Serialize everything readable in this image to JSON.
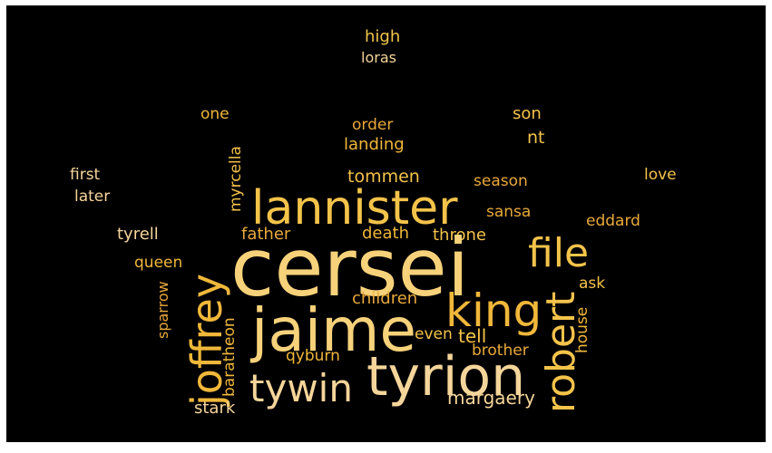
{
  "wordcloud": {
    "background": "#000000",
    "palette": [
      "#f4c34a",
      "#f0b73a",
      "#f7d27a",
      "#e9a93b",
      "#f5d59a"
    ],
    "words": [
      {
        "id": "cersei",
        "text": "cersei"
      },
      {
        "id": "tyrion",
        "text": "tyrion"
      },
      {
        "id": "jaime",
        "text": "jaime"
      },
      {
        "id": "lannister",
        "text": "lannister"
      },
      {
        "id": "joffrey",
        "text": "joffrey"
      },
      {
        "id": "king",
        "text": "king"
      },
      {
        "id": "file",
        "text": "file"
      },
      {
        "id": "robert",
        "text": "robert"
      },
      {
        "id": "tywin",
        "text": "tywin"
      },
      {
        "id": "margaery",
        "text": "margaery"
      },
      {
        "id": "high",
        "text": "high"
      },
      {
        "id": "loras",
        "text": "loras"
      },
      {
        "id": "one",
        "text": "one"
      },
      {
        "id": "order",
        "text": "order"
      },
      {
        "id": "son",
        "text": "son"
      },
      {
        "id": "nt",
        "text": "nt"
      },
      {
        "id": "landing",
        "text": "landing"
      },
      {
        "id": "myrcella",
        "text": "myrcella"
      },
      {
        "id": "first",
        "text": "first"
      },
      {
        "id": "later",
        "text": "later"
      },
      {
        "id": "tommen",
        "text": "tommen"
      },
      {
        "id": "season",
        "text": "season"
      },
      {
        "id": "love",
        "text": "love"
      },
      {
        "id": "sansa",
        "text": "sansa"
      },
      {
        "id": "eddard",
        "text": "eddard"
      },
      {
        "id": "tyrell",
        "text": "tyrell"
      },
      {
        "id": "father",
        "text": "father"
      },
      {
        "id": "death",
        "text": "death"
      },
      {
        "id": "throne",
        "text": "throne"
      },
      {
        "id": "queen",
        "text": "queen"
      },
      {
        "id": "sparrow",
        "text": "sparrow"
      },
      {
        "id": "children",
        "text": "children"
      },
      {
        "id": "ask",
        "text": "ask"
      },
      {
        "id": "baratheon",
        "text": "baratheon"
      },
      {
        "id": "even",
        "text": "even"
      },
      {
        "id": "tell",
        "text": "tell"
      },
      {
        "id": "house",
        "text": "house"
      },
      {
        "id": "brother",
        "text": "brother"
      },
      {
        "id": "qyburn",
        "text": "qyburn"
      },
      {
        "id": "stark",
        "text": "stark"
      }
    ]
  }
}
